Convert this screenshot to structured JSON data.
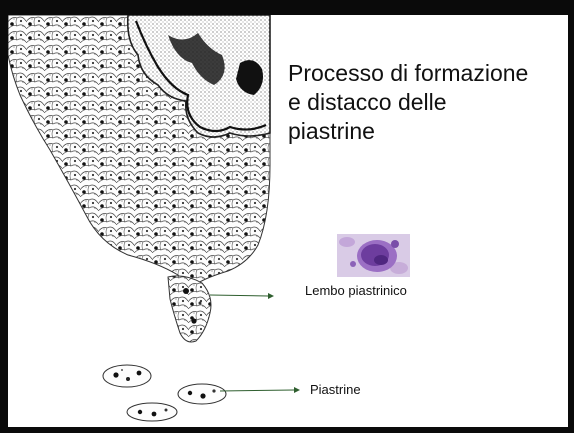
{
  "slide": {
    "title": "Processo di formazione\ne distacco delle\npiastrine",
    "labels": {
      "lembo": "Lembo piastrinico",
      "piastrine": "Piastrine"
    },
    "icons": {
      "megakaryocyte_drawing": "megakaryocyte-cell-drawing",
      "micrograph": "megakaryocyte-micrograph",
      "arrow": "arrow-right"
    },
    "colors": {
      "background": "#ffffff",
      "frame": "#000000",
      "arrow": "#2e5e2e",
      "micrograph_stain": "#8e5fb8",
      "cell_ink": "#222222"
    }
  }
}
